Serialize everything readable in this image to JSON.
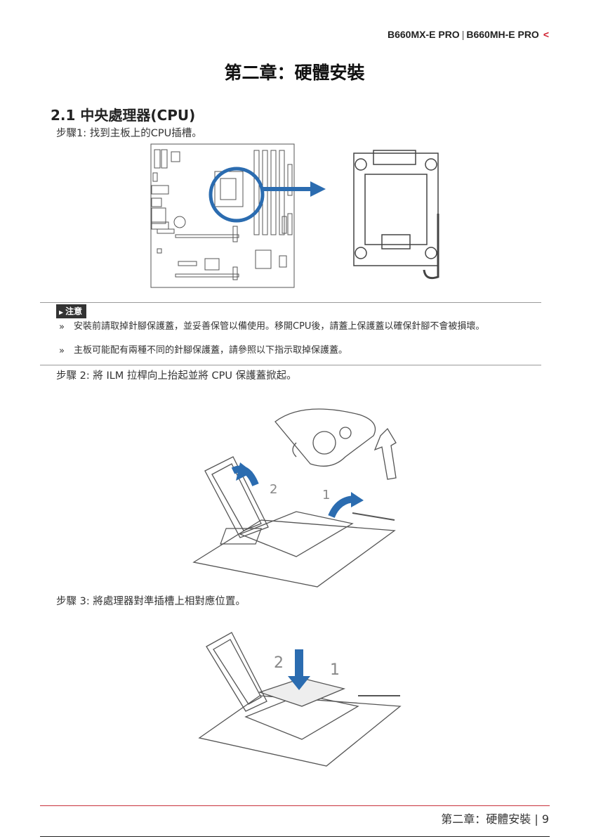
{
  "header": {
    "model_a": "B660MX-E PRO",
    "model_b": "B660MH-E PRO",
    "chevron": "<"
  },
  "chapter_title": "第二章：硬體安裝",
  "section_title": "2.1 中央處理器(CPU)",
  "step1": "步驟1: 找到主板上的CPU插槽。",
  "note": {
    "label": "注意",
    "bullets": [
      "安裝前請取掉針腳保護蓋，並妥善保管以備使用。移開CPU後，請蓋上保護蓋以確保針腳不會被損壞。",
      "主板可能配有兩種不同的針腳保護蓋，請參照以下指示取掉保護蓋。"
    ],
    "bullet_mark": "»"
  },
  "step2": "步驟 2: 將 ILM 拉桿向上抬起並將 CPU 保護蓋掀起。",
  "step2_figure": {
    "label_2": "2",
    "label_1": "1"
  },
  "step3": "步驟 3: 將處理器對準插槽上相對應位置。",
  "step3_figure": {
    "label_2": "2",
    "label_1": "1"
  },
  "footer": {
    "text": "第二章：硬體安裝 | 9"
  },
  "colors": {
    "accent_red": "#d01f2f",
    "arrow_blue": "#2b6cb0",
    "figure_gray": "#555555"
  }
}
